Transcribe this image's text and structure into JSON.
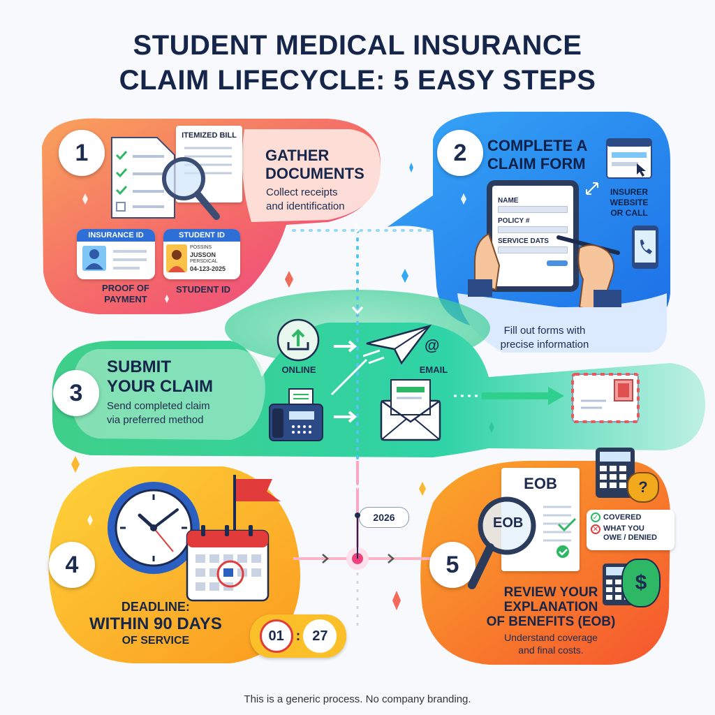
{
  "title": {
    "line1": "STUDENT MEDICAL INSURANCE",
    "line2": "CLAIM LIFECYCLE: 5 EASY STEPS"
  },
  "steps": [
    {
      "number": "1",
      "heading_line1": "GATHER",
      "heading_line2": "DOCUMENTS",
      "subtitle_line1": "Collect receipts",
      "subtitle_line2": "and identification",
      "itemized_bill": "ITEMIZED BILL",
      "insurance_id_label": "INSURANCE ID",
      "student_id_label": "STUDENT ID",
      "student_id_field1": "POSSINS",
      "student_id_name": "JUSSON",
      "student_id_field2": "PERSDICAL",
      "student_id_date": "04-123-2025",
      "proof_line1": "PROOF OF",
      "proof_line2": "PAYMENT",
      "student_id_caption": "STUDENT ID"
    },
    {
      "number": "2",
      "heading_line1": "COMPLETE A",
      "heading_line2": "CLAIM FORM",
      "form_field_name": "NAME",
      "form_field_policy": "POLICY #",
      "form_field_service": "SERVICE DATS",
      "side_line1": "INSURER",
      "side_line2": "WEBSITE",
      "side_line3": "OR CALL",
      "subtitle_line1": "Fill out forms with",
      "subtitle_line2": "precise information"
    },
    {
      "number": "3",
      "heading_line1": "SUBMIT",
      "heading_line2": "YOUR CLAIM",
      "subtitle_line1": "Send completed claim",
      "subtitle_line2": "via preferred method",
      "online_label": "ONLINE",
      "email_label": "EMAIL",
      "email_symbol": "@"
    },
    {
      "number": "4",
      "heading_line1": "DEADLINE:",
      "heading_line2": "WITHIN 90 DAYS",
      "heading_line3": "OF SERVICE",
      "timer_left": "01",
      "timer_sep": ":",
      "timer_right": "27"
    },
    {
      "number": "5",
      "eob_doc_label": "EOB",
      "eob_lens_label": "EOB",
      "covered_label": "COVERED",
      "owe_line1": "WHAT YOU",
      "owe_line2": "OWE / DENIED",
      "heading_line1": "REVIEW YOUR",
      "heading_line2": "EXPLANATION",
      "heading_line3": "OF BENEFITS (EOB)",
      "subtitle_line1": "Understand coverage",
      "subtitle_line2": "and final costs.",
      "question_mark": "?",
      "dollar_sign": "$"
    }
  ],
  "timeline": {
    "year": "2026"
  },
  "footer": "This is a generic process. No company branding.",
  "colors": {
    "step1_start": "#f9a25b",
    "step1_end": "#ef4d7a",
    "step2": "#2a8cf0",
    "step3": "#2ecf8e",
    "step4": "#fdb52a",
    "step5": "#f56a2f",
    "title": "#16254a"
  },
  "icons": [
    "checklist-document-icon",
    "magnifier-icon",
    "receipt-icon",
    "id-card-icon",
    "tablet-form-icon",
    "pen-hand-icon",
    "browser-window-icon",
    "phone-icon",
    "upload-icon",
    "paper-plane-icon",
    "fax-icon",
    "envelope-icon",
    "mail-letter-icon",
    "clock-icon",
    "flag-icon",
    "calendar-icon",
    "calculator-icon",
    "money-bag-icon",
    "check-icon",
    "cross-icon"
  ]
}
